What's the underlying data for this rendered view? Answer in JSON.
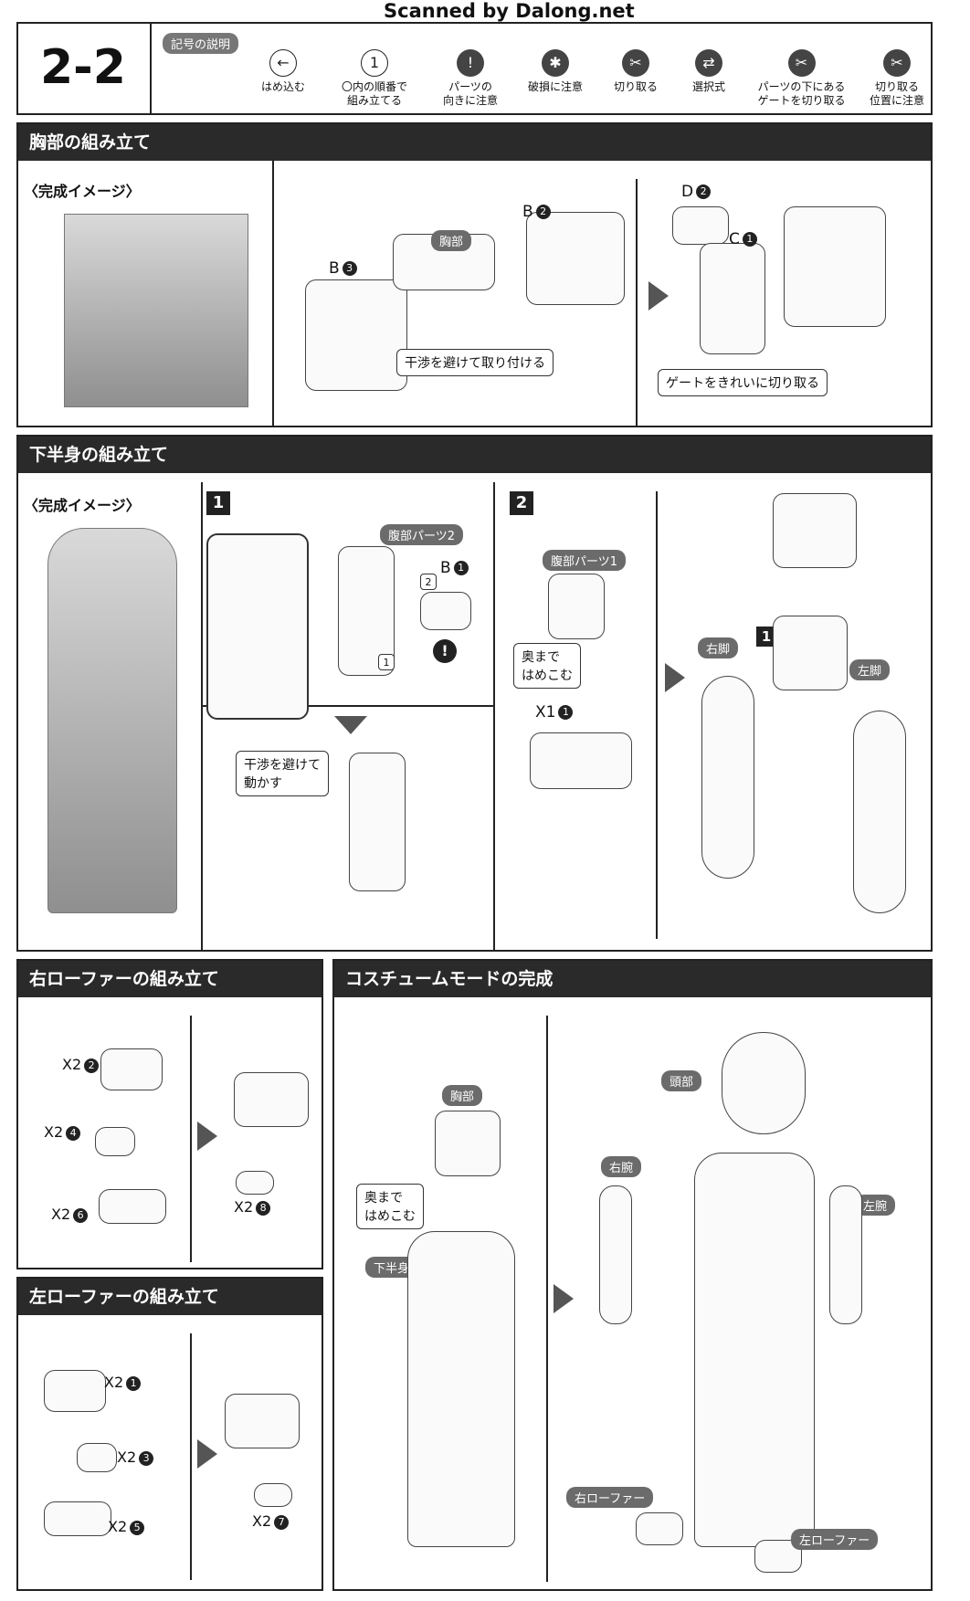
{
  "scan_watermark": "Scanned by Dalong.net",
  "page_number": "2-2",
  "legend": {
    "title": "記号の説明",
    "items": [
      {
        "icon": "arrow-left-icon",
        "label": "はめ込む"
      },
      {
        "icon": "hexagon-1-icon",
        "label": "〇内の順番で\n組み立てる"
      },
      {
        "icon": "exclamation-icon",
        "label": "パーツの\n向きに注意"
      },
      {
        "icon": "breakage-icon",
        "label": "破損に注意"
      },
      {
        "icon": "cut-icon",
        "label": "切り取る"
      },
      {
        "icon": "double-arrow-icon",
        "label": "選択式"
      },
      {
        "icon": "gate-cut-icon",
        "label": "パーツの下にある\nゲートを切り取る"
      },
      {
        "icon": "cut-position-icon",
        "label": "切り取る\n位置に注意"
      }
    ]
  },
  "chest": {
    "title": "胸部の組み立て",
    "image_label": "〈完成イメージ〉",
    "part_tag": "胸部",
    "b3": "B",
    "b3n": "3",
    "b2": "B",
    "b2n": "2",
    "d2": "D",
    "d2n": "2",
    "c1": "C",
    "c1n": "1",
    "note1": "干渉を避けて取り付ける",
    "note2": "ゲートをきれいに切り取る"
  },
  "lower": {
    "title": "下半身の組み立て",
    "image_label": "〈完成イメージ〉",
    "step1": "1",
    "step2": "2",
    "abdomen2": "腹部パーツ2",
    "b1": "B",
    "b1n": "1",
    "o1": "1",
    "o2": "2",
    "note_move": "干渉を避けて\n動かす",
    "abdomen1": "腹部パーツ1",
    "note_push": "奥まで\nはめこむ",
    "x1": "X1",
    "x1n": "1",
    "right_leg": "右脚",
    "left_leg": "左脚",
    "sub1": "1"
  },
  "right_loafer": {
    "title": "右ローファーの組み立て",
    "parts": [
      {
        "code": "X2",
        "n": "2"
      },
      {
        "code": "X2",
        "n": "4"
      },
      {
        "code": "X2",
        "n": "6"
      },
      {
        "code": "X2",
        "n": "8"
      }
    ]
  },
  "left_loafer": {
    "title": "左ローファーの組み立て",
    "parts": [
      {
        "code": "X2",
        "n": "1"
      },
      {
        "code": "X2",
        "n": "3"
      },
      {
        "code": "X2",
        "n": "5"
      },
      {
        "code": "X2",
        "n": "7"
      }
    ]
  },
  "costume": {
    "title": "コスチュームモードの完成",
    "chest": "胸部",
    "note_push": "奥まで\nはめこむ",
    "lower": "下半身",
    "head": "頭部",
    "right_arm": "右腕",
    "left_arm": "左腕",
    "right_loafer": "右ローファー",
    "left_loafer": "左ローファー"
  }
}
